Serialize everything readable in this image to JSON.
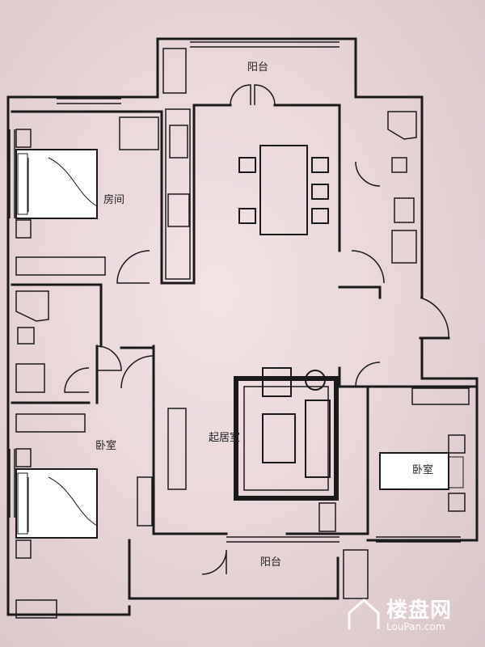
{
  "labels": {
    "balcony_top": "阳台",
    "room_study": "房间",
    "bedroom_left": "卧室",
    "living_room": "起居室",
    "bedroom_right": "卧室",
    "balcony_bottom": "阳台"
  },
  "watermark": {
    "brand": "楼盘网",
    "url": "LouPan.com"
  },
  "colors": {
    "wall": "#1a1a1a",
    "background": "#e9d9dc"
  }
}
